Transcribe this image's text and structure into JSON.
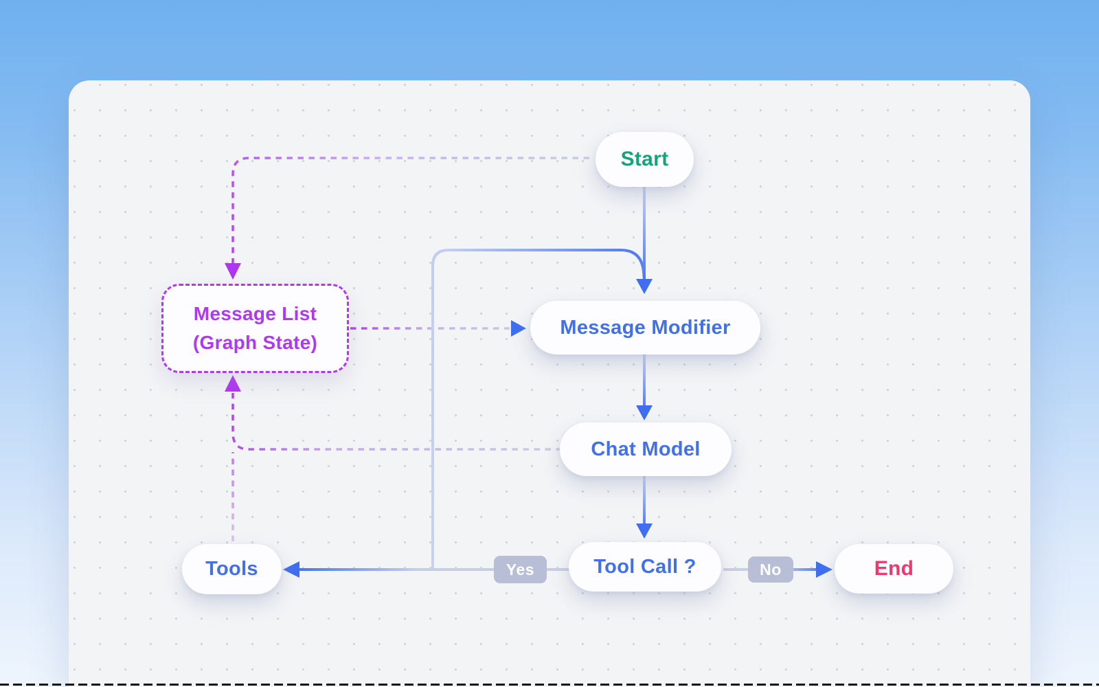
{
  "diagram": {
    "nodes": {
      "start": {
        "label": "Start"
      },
      "message_list": {
        "line1": "Message List",
        "line2": "(Graph State)"
      },
      "message_modifier": {
        "label": "Message Modifier"
      },
      "chat_model": {
        "label": "Chat Model"
      },
      "tool_call": {
        "label": "Tool Call ?"
      },
      "tools": {
        "label": "Tools"
      },
      "end": {
        "label": "End"
      }
    },
    "edge_labels": {
      "yes": "Yes",
      "no": "No"
    },
    "edges": [
      {
        "from": "start",
        "to": "message_modifier",
        "style": "solid"
      },
      {
        "from": "message_modifier",
        "to": "chat_model",
        "style": "solid"
      },
      {
        "from": "chat_model",
        "to": "tool_call",
        "style": "solid"
      },
      {
        "from": "tool_call",
        "to": "tools",
        "style": "solid",
        "label": "Yes"
      },
      {
        "from": "tool_call",
        "to": "end",
        "style": "solid",
        "label": "No"
      },
      {
        "from": "tools",
        "to": "message_modifier",
        "style": "solid"
      },
      {
        "from": "start",
        "to": "message_list",
        "style": "dashed"
      },
      {
        "from": "message_list",
        "to": "message_modifier",
        "style": "dashed"
      },
      {
        "from": "chat_model",
        "to": "message_list",
        "style": "dashed"
      },
      {
        "from": "tools",
        "to": "message_list",
        "style": "dashed"
      }
    ]
  },
  "colors": {
    "c-green": "#14a37c",
    "c-blue": "#4170e8",
    "c-purple": "#ae39f0",
    "c-pink": "#f0386e",
    "c-chip": "#b7bed6",
    "c-edge": "#c9d1ea",
    "c-edge-blue": "#3e6ff0"
  }
}
